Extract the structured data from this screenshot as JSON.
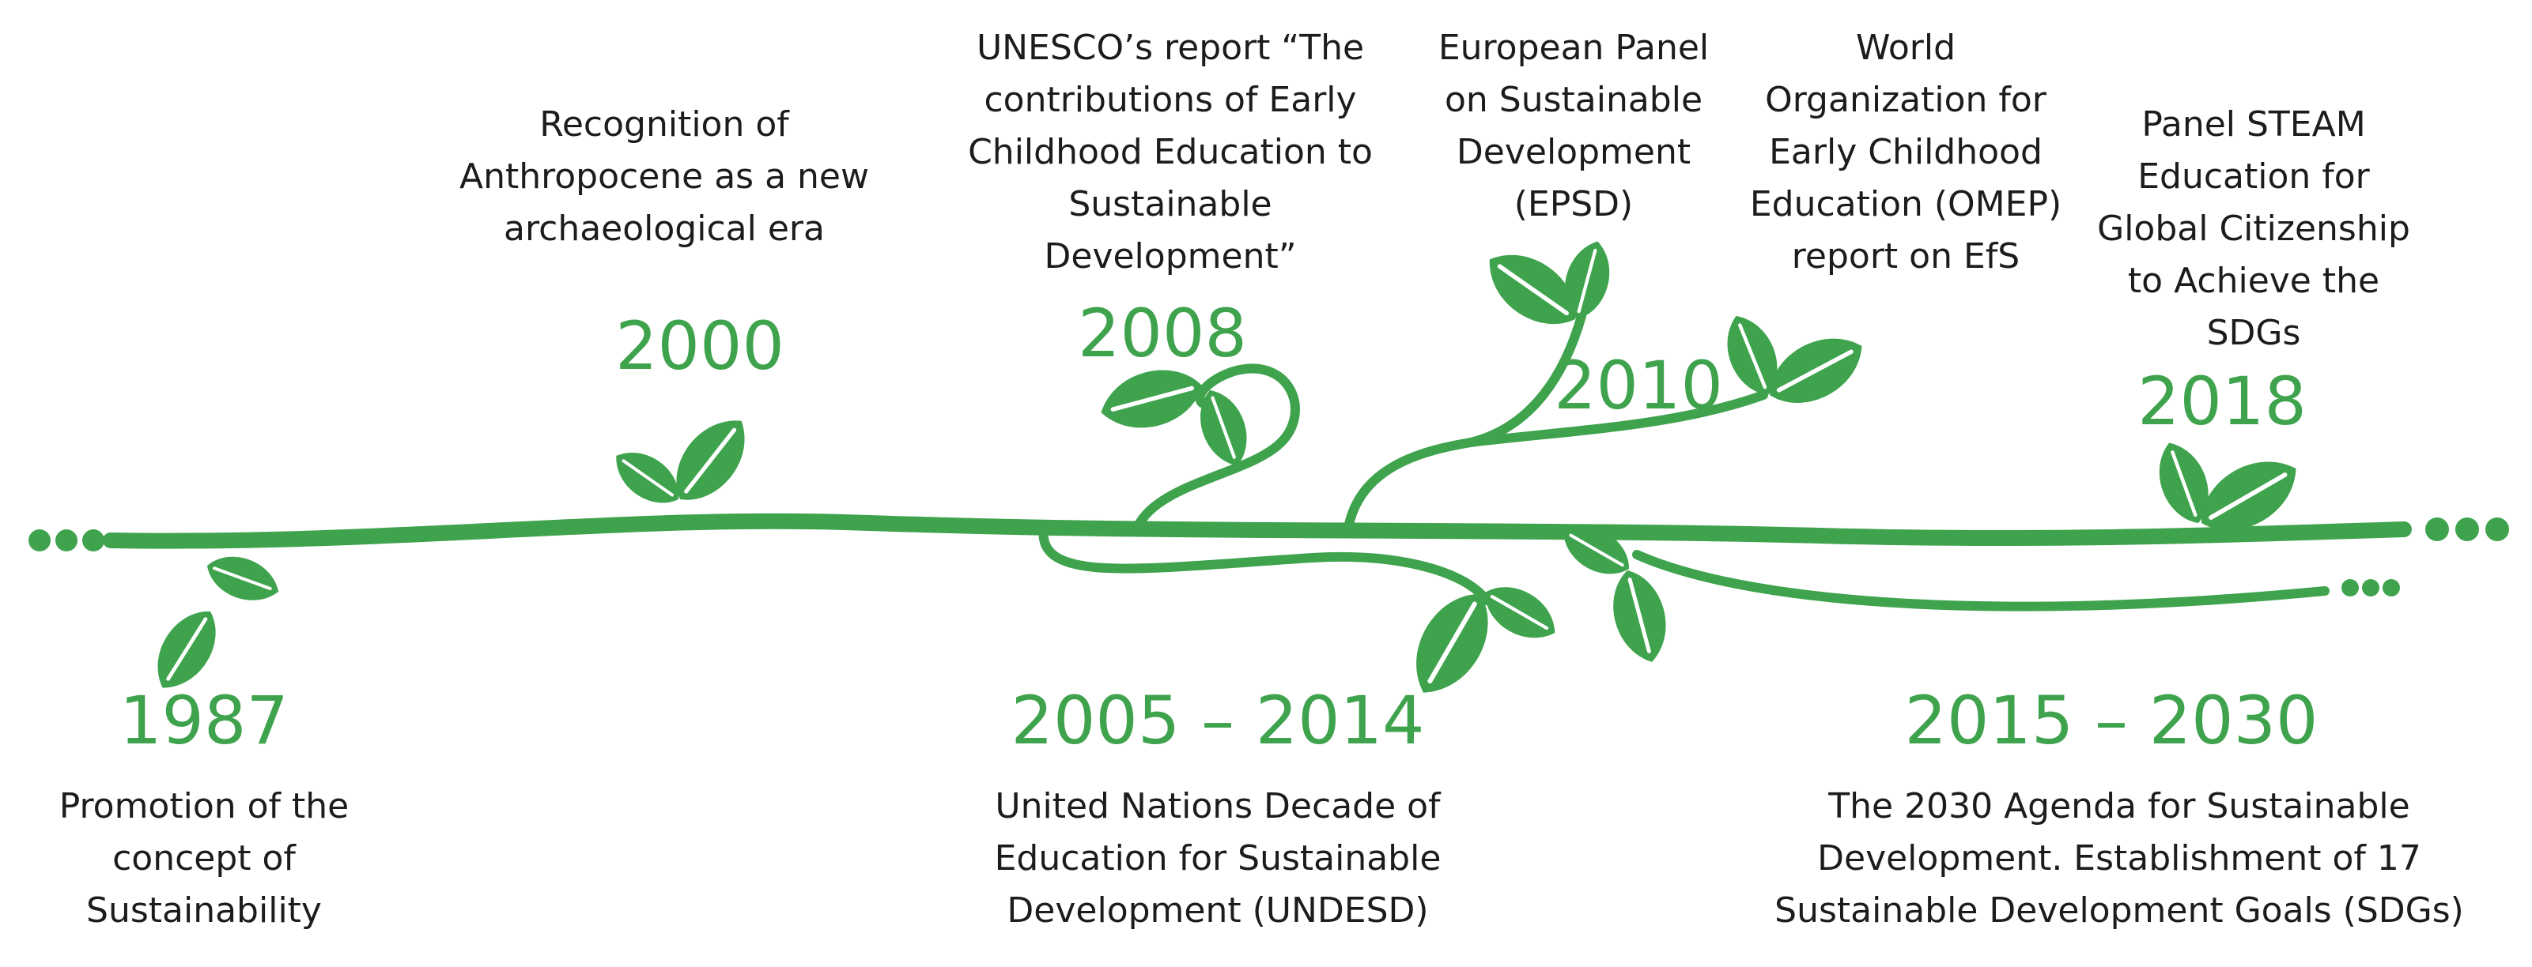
{
  "colors": {
    "accent": "#3fa34d",
    "text": "#1c1c1c",
    "background": "#ffffff"
  },
  "events": {
    "e1987": {
      "year": "1987",
      "lines": [
        "Promotion of the",
        "concept of",
        "Sustainability"
      ]
    },
    "e2000": {
      "year": "2000",
      "lines": [
        "Recognition of",
        "Anthropocene as a new",
        "archaeological  era"
      ]
    },
    "e2008": {
      "year": "2008",
      "lines": [
        "UNESCO’s report “The",
        "contributions of Early",
        "Childhood Education to",
        "Sustainable",
        "Development”"
      ]
    },
    "e2010": {
      "year": "2010",
      "lines": [
        "European Panel",
        "on Sustainable",
        "Development",
        "(EPSD)"
      ]
    },
    "eOmep": {
      "lines": [
        "World",
        "Organization for",
        "Early Childhood",
        "Education (OMEP)",
        "report on EfS"
      ]
    },
    "e2018": {
      "year": "2018",
      "lines": [
        "Panel STEAM",
        "Education for",
        "Global Citizenship",
        "to Achieve the",
        "SDGs"
      ]
    },
    "e2005": {
      "year": "2005 – 2014",
      "lines": [
        "United Nations Decade of",
        "Education for Sustainable",
        "Development (UNDESD)"
      ]
    },
    "e2015": {
      "year": "2015 – 2030",
      "lines": [
        "The 2030 Agenda for Sustainable",
        "Development. Establishment of 17",
        "Sustainable Development Goals (SDGs)"
      ]
    }
  }
}
